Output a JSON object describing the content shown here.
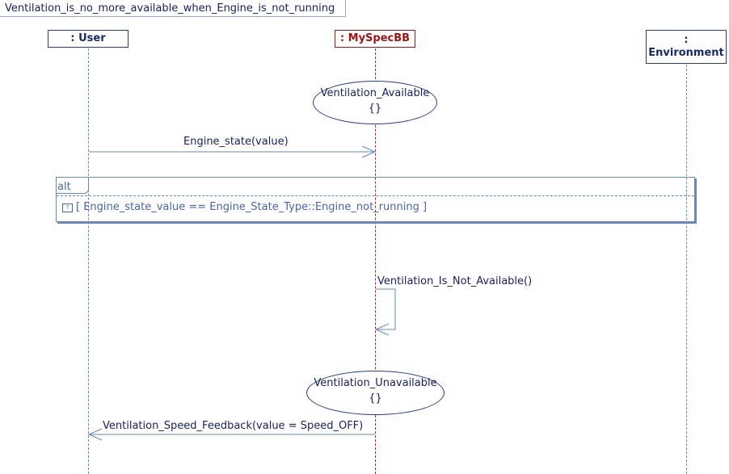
{
  "diagram": {
    "title": "Ventilation_is_no_more_available_when_Engine_is_not_running"
  },
  "lifelines": {
    "user": ": User",
    "myspec": ": MySpecBB",
    "environment_line1": ":",
    "environment_line2": "Environment"
  },
  "states": {
    "available": {
      "name": "Ventilation_Available",
      "invariant": "{}"
    },
    "unavailable": {
      "name": "Ventilation_Unavailable",
      "invariant": "{}"
    }
  },
  "messages": {
    "engine_state": "Engine_state(value)",
    "not_available": "Ventilation_Is_Not_Available()",
    "speed_feedback": "Ventilation_Speed_Feedback(value = Speed_OFF)"
  },
  "fragment": {
    "operator": "alt",
    "guard": "[ Engine_state_value == Engine_State_Type::Engine_not_running   ]",
    "guard_icon": "?"
  },
  "colors": {
    "lifeline": "#2d3c78",
    "self_lifeline": "#a31515",
    "fragment": "#6b86b8"
  }
}
